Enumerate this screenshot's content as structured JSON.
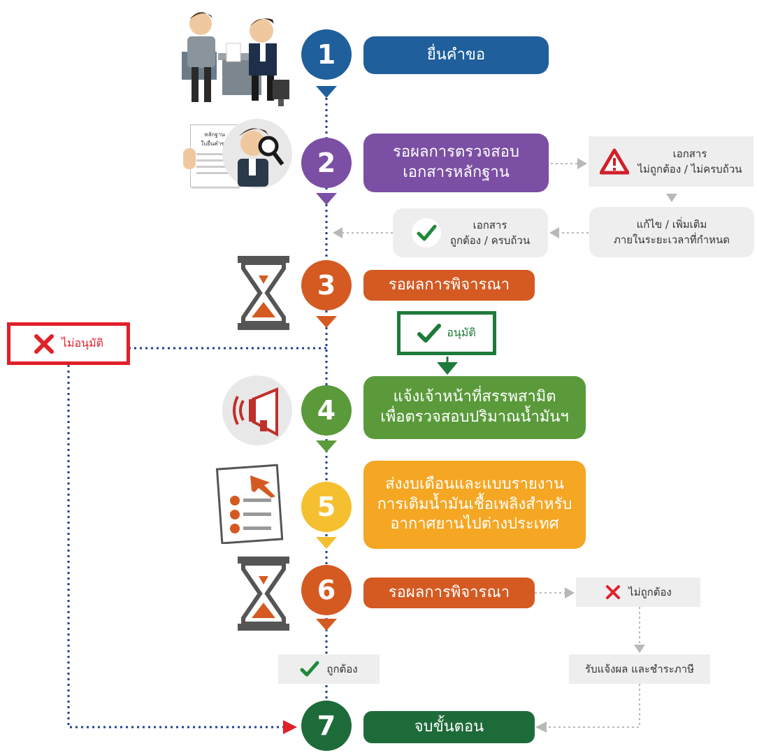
{
  "steps": [
    {
      "number": "1",
      "label_lines": [
        "ยื่นคำขอ"
      ],
      "color": "#1f5f9b"
    },
    {
      "number": "2",
      "label_lines": [
        "รอผลการตรวจสอบ",
        "เอกสารหลักฐาน"
      ],
      "color": "#7b4fa3"
    },
    {
      "number": "3",
      "label_lines": [
        "รอผลการพิจารณา"
      ],
      "color": "#d45a22"
    },
    {
      "number": "4",
      "label_lines": [
        "แจ้งเจ้าหน้าที่สรรพสามิต",
        "เพื่อตรวจสอบปริมาณน้ำมันฯ"
      ],
      "color": "#5a9a3a"
    },
    {
      "number": "5",
      "label_lines": [
        "ส่งงบเดือนและแบบรายงาน",
        "การเติมน้ำมันเชื้อเพลิงสำหรับ",
        "อากาศยานไปต่างประเทศ"
      ],
      "color": "#f5a623"
    },
    {
      "number": "6",
      "label_lines": [
        "รอผลการพิจารณา"
      ],
      "color": "#d45a22"
    },
    {
      "number": "7",
      "label_lines": [
        "จบขั้นตอน"
      ],
      "color": "#1e6b3a"
    }
  ],
  "doc_incorrect": {
    "lines": [
      "เอกสาร",
      "ไม่ถูกต้อง / ไม่ครบถ้วน"
    ]
  },
  "doc_fix": {
    "lines": [
      "แก้ไข / เพิ่มเติม",
      "ภายในระยะเวลาที่กำหนด"
    ]
  },
  "doc_correct": {
    "lines": [
      "เอกสาร",
      "ถูกต้อง / ครบถ้วน"
    ]
  },
  "approved": {
    "label": "อนุมัติ",
    "color": "#1e7a3a"
  },
  "not_approved": {
    "label": "ไม่อนุมัติ",
    "color": "#e0202a"
  },
  "step6_incorrect": {
    "label": "ไม่ถูกต้อง"
  },
  "step6_correct": {
    "label": "ถูกต้อง"
  },
  "tax_notice": {
    "label": "รับแจ้งผล และชำระภาษี"
  },
  "illustration_doc": {
    "lines": [
      "หลักฐาน",
      "ใบยื่นคำขอ"
    ]
  },
  "colors": {
    "connector": "#1f3f8f",
    "gray_arrow": "#b8b8b8",
    "check": "#1e8a3a",
    "warning": "#d0202a"
  }
}
